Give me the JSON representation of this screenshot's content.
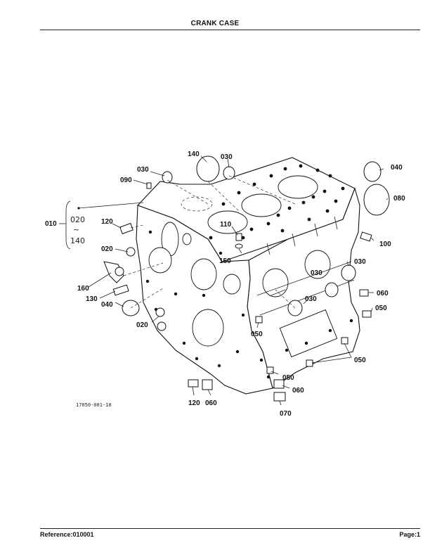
{
  "header": {
    "title": "CRANK CASE"
  },
  "footer": {
    "reference": "Reference:010001",
    "page": "Page:1"
  },
  "diagram": {
    "figure_code": "17050-001-10",
    "bracket_group": {
      "top": "020",
      "bottom": "140"
    },
    "callouts": [
      {
        "id": "140-top",
        "text": "140"
      },
      {
        "id": "030-a",
        "text": "030"
      },
      {
        "id": "030-b",
        "text": "030"
      },
      {
        "id": "040-a",
        "text": "040"
      },
      {
        "id": "090",
        "text": "090"
      },
      {
        "id": "080",
        "text": "080"
      },
      {
        "id": "010",
        "text": "010"
      },
      {
        "id": "120-a",
        "text": "120"
      },
      {
        "id": "110",
        "text": "110"
      },
      {
        "id": "020-a",
        "text": "020"
      },
      {
        "id": "100",
        "text": "100"
      },
      {
        "id": "150",
        "text": "150"
      },
      {
        "id": "030-c",
        "text": "030"
      },
      {
        "id": "030-d",
        "text": "030"
      },
      {
        "id": "160",
        "text": "160"
      },
      {
        "id": "060-a",
        "text": "060"
      },
      {
        "id": "130",
        "text": "130"
      },
      {
        "id": "030-e",
        "text": "030"
      },
      {
        "id": "050-a",
        "text": "050"
      },
      {
        "id": "040-b",
        "text": "040"
      },
      {
        "id": "020-b",
        "text": "020"
      },
      {
        "id": "050-b",
        "text": "050"
      },
      {
        "id": "050-c",
        "text": "050"
      },
      {
        "id": "050-d",
        "text": "050"
      },
      {
        "id": "060-b",
        "text": "060"
      },
      {
        "id": "120-b",
        "text": "120"
      },
      {
        "id": "060-c",
        "text": "060"
      },
      {
        "id": "070",
        "text": "070"
      }
    ]
  }
}
